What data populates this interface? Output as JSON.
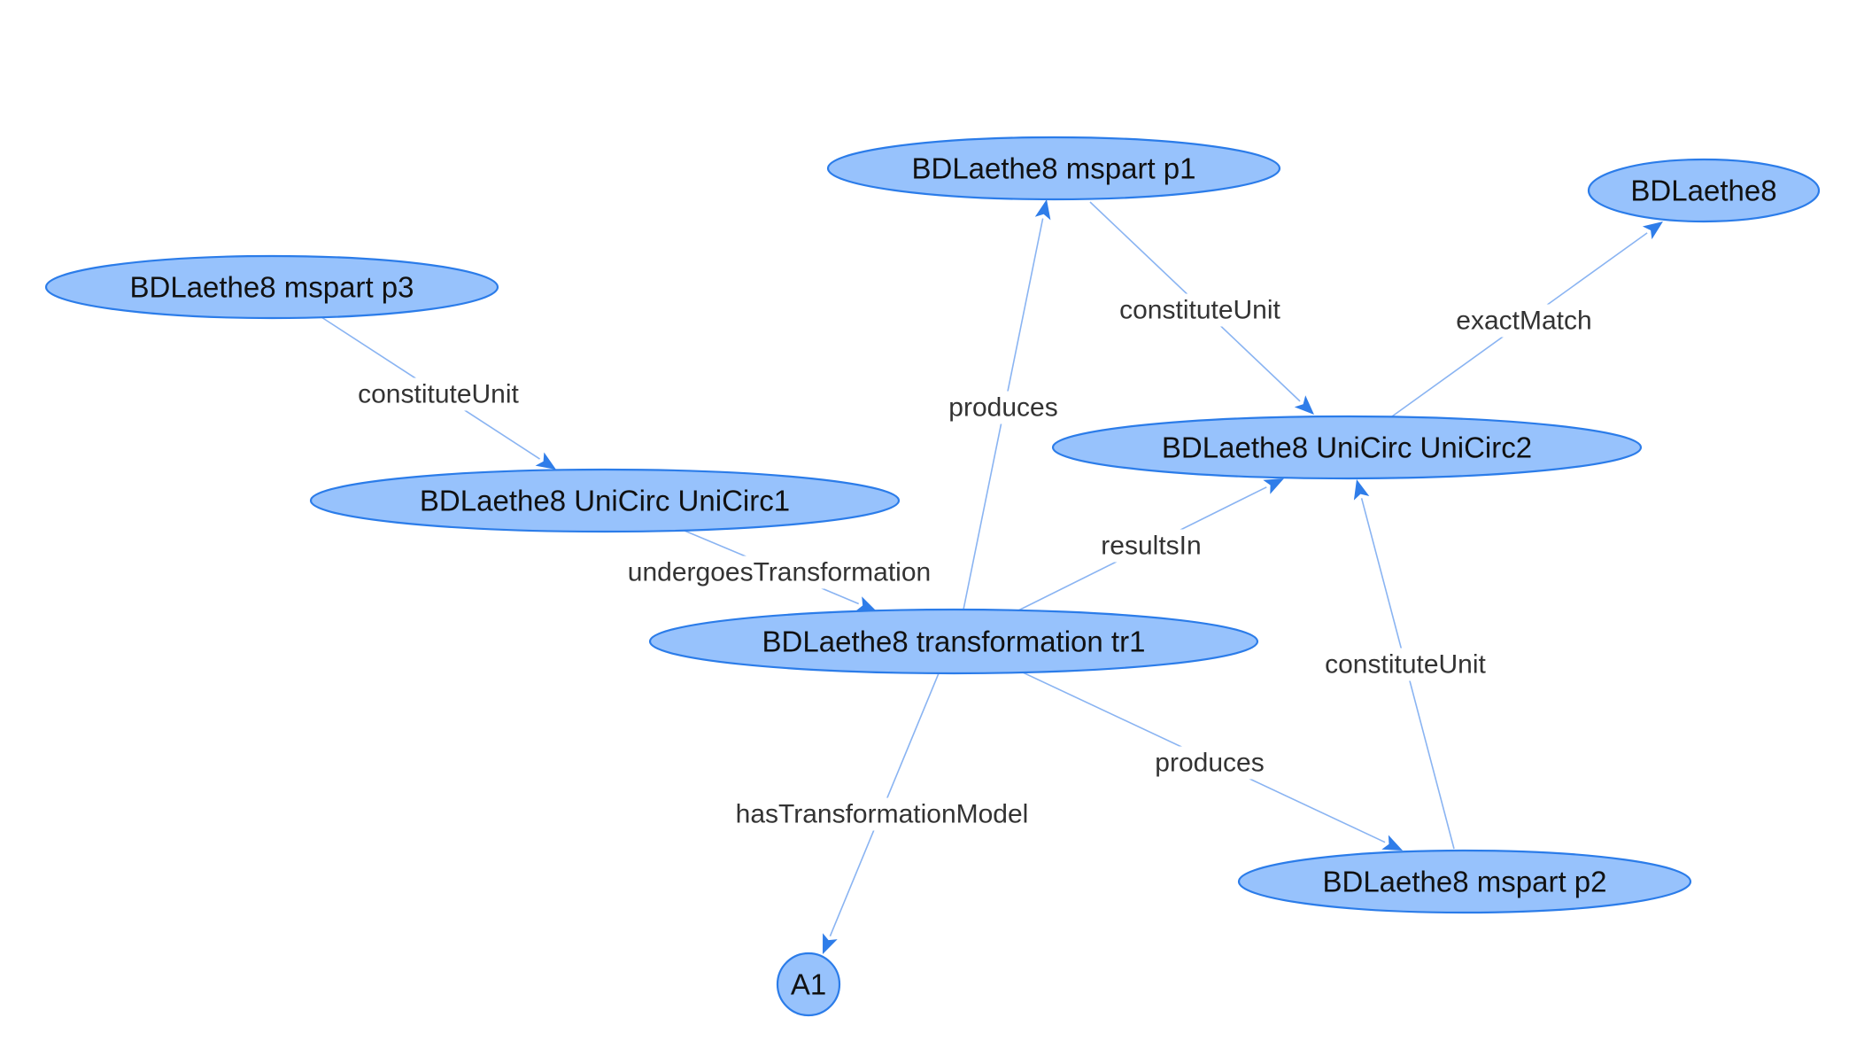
{
  "colors": {
    "node_fill": "#97c2fc",
    "node_border": "#2b7ce9",
    "edge_line": "#8ab4f2",
    "arrow": "#2f7de9",
    "label_text": "#333333"
  },
  "nodes": [
    {
      "id": "p1",
      "label": "BDLaethe8 mspart p1",
      "shape": "ellipse"
    },
    {
      "id": "bdl8",
      "label": "BDLaethe8",
      "shape": "ellipse"
    },
    {
      "id": "p3",
      "label": "BDLaethe8 mspart p3",
      "shape": "ellipse"
    },
    {
      "id": "uc2",
      "label": "BDLaethe8 UniCirc UniCirc2",
      "shape": "ellipse"
    },
    {
      "id": "uc1",
      "label": "BDLaethe8 UniCirc UniCirc1",
      "shape": "ellipse"
    },
    {
      "id": "tr1",
      "label": "BDLaethe8 transformation tr1",
      "shape": "ellipse"
    },
    {
      "id": "p2",
      "label": "BDLaethe8 mspart p2",
      "shape": "ellipse"
    },
    {
      "id": "a1",
      "label": "A1",
      "shape": "circle"
    }
  ],
  "edges": [
    {
      "from": "p1",
      "to": "uc2",
      "label": "constituteUnit"
    },
    {
      "from": "uc2",
      "to": "bdl8",
      "label": "exactMatch"
    },
    {
      "from": "p3",
      "to": "uc1",
      "label": "constituteUnit"
    },
    {
      "from": "tr1",
      "to": "p1",
      "label": "produces"
    },
    {
      "from": "uc1",
      "to": "tr1",
      "label": "undergoesTransformation"
    },
    {
      "from": "tr1",
      "to": "uc2",
      "label": "resultsIn"
    },
    {
      "from": "p2",
      "to": "uc2",
      "label": "constituteUnit"
    },
    {
      "from": "tr1",
      "to": "p2",
      "label": "produces"
    },
    {
      "from": "tr1",
      "to": "a1",
      "label": "hasTransformationModel"
    }
  ]
}
